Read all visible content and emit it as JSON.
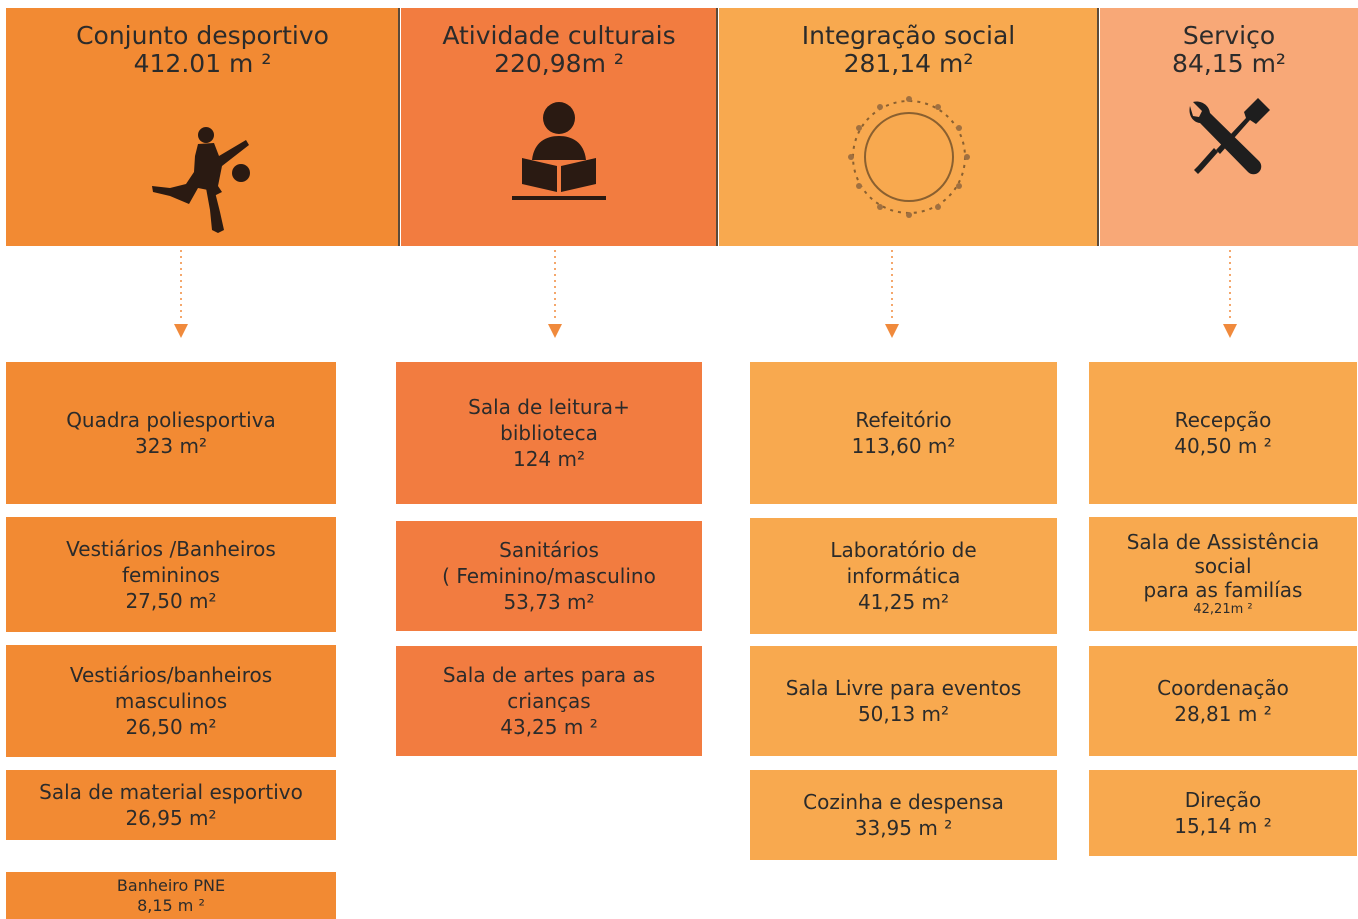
{
  "colors": {
    "desportivo": "#f28a33",
    "culturais": "#f27c40",
    "integracao": "#f8a94f",
    "servico": "#f8a877",
    "icon": "#2a1a12",
    "arrow": "#f08a3c"
  },
  "categories": [
    {
      "title": "Conjunto desportivo",
      "area": "412.01 m ²",
      "icon": "soccer-player-icon",
      "rooms": [
        {
          "lines": [
            "Quadra poliesportiva",
            "323 m²"
          ]
        },
        {
          "lines": [
            "Vestiários /Banheiros",
            "femininos",
            "27,50 m²"
          ]
        },
        {
          "lines": [
            "Vestiários/banheiros",
            "masculinos",
            "26,50 m²"
          ]
        },
        {
          "lines": [
            "Sala de material esportivo",
            "26,95 m²"
          ]
        },
        {
          "lines": [
            "Banheiro PNE",
            "8,15 m ²"
          ]
        }
      ]
    },
    {
      "title": "Atividade culturais",
      "area": "220,98m ²",
      "icon": "reader-icon",
      "rooms": [
        {
          "lines": [
            "Sala de leitura+",
            "biblioteca",
            "124 m²"
          ]
        },
        {
          "lines": [
            "Sanitários",
            "( Feminino/masculino",
            "53,73 m²"
          ]
        },
        {
          "lines": [
            "Sala de artes para as",
            "crianças",
            "43,25 m ²"
          ]
        }
      ]
    },
    {
      "title": "Integração social",
      "area": "281,14 m²",
      "icon": "people-circle-icon",
      "rooms": [
        {
          "lines": [
            "Refeitório",
            "113,60 m²"
          ]
        },
        {
          "lines": [
            "Laboratório de",
            "informática",
            "41,25 m²"
          ]
        },
        {
          "lines": [
            "Sala Livre para eventos",
            "50,13 m²"
          ]
        },
        {
          "lines": [
            "Cozinha e despensa",
            "33,95 m ²"
          ]
        }
      ]
    },
    {
      "title": "Serviço",
      "area": "84,15 m²",
      "icon": "tools-icon",
      "rooms": [
        {
          "lines": [
            "Recepção",
            "40,50 m ²"
          ]
        },
        {
          "lines": [
            "Sala de Assistência",
            "social",
            "para as familías",
            "42,21m ²"
          ]
        },
        {
          "lines": [
            "Coordenação",
            "28,81 m ²"
          ]
        },
        {
          "lines": [
            "Direção",
            "15,14 m ²"
          ]
        }
      ]
    }
  ]
}
